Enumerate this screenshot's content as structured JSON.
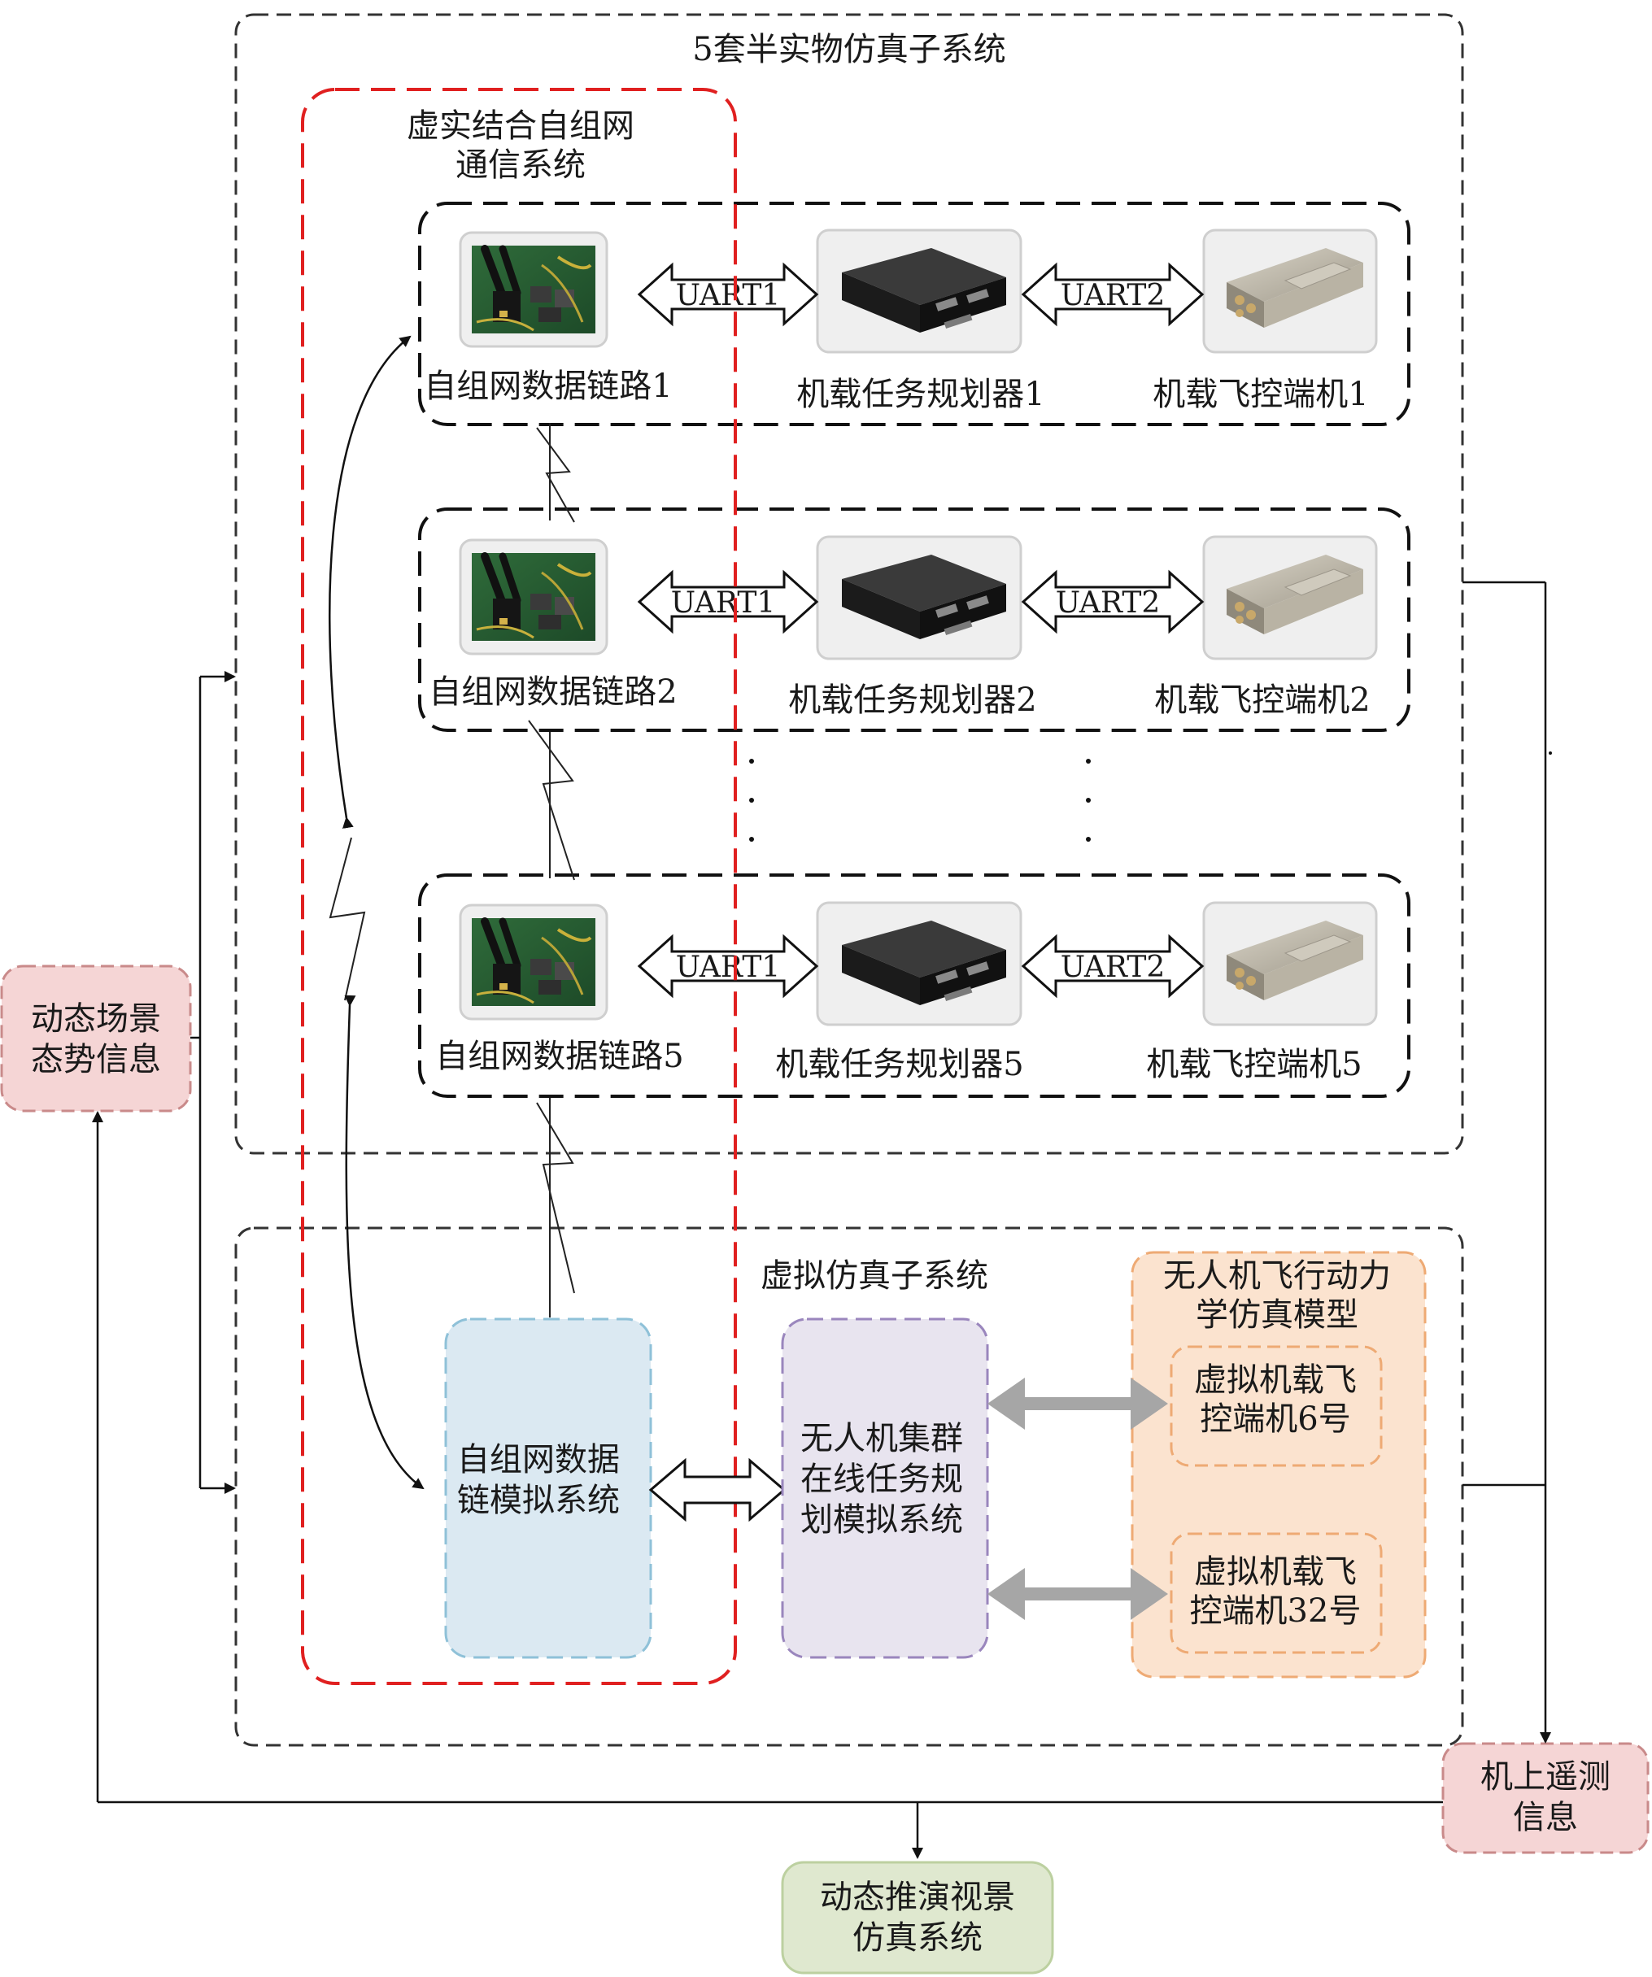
{
  "top_system": {
    "title": "5套半实物仿真子系统"
  },
  "hybrid_network": {
    "title_line1": "虚实结合自组网",
    "title_line2": "通信系统"
  },
  "rows": [
    {
      "link_label": "自组网数据链路1",
      "planner_label": "机载任务规划器1",
      "fc_label": "机载飞控端机1",
      "uart1": "UART1",
      "uart2": "UART2"
    },
    {
      "link_label": "自组网数据链路2",
      "planner_label": "机载任务规划器2",
      "fc_label": "机载飞控端机2",
      "uart1": "UART1",
      "uart2": "UART2"
    },
    {
      "link_label": "自组网数据链路5",
      "planner_label": "机载任务规划器5",
      "fc_label": "机载飞控端机5",
      "uart1": "UART1",
      "uart2": "UART2"
    }
  ],
  "virtual_system": {
    "title": "虚拟仿真子系统",
    "adhoc_sim": {
      "line1": "自组网数据",
      "line2": "链模拟系统"
    },
    "swarm_planning": {
      "line1": "无人机集群",
      "line2": "在线任务规",
      "line3": "划模拟系统"
    },
    "dynamics": {
      "title_line1": "无人机飞行动力",
      "title_line2": "学仿真模型",
      "vfc6_line1": "虚拟机载飞",
      "vfc6_line2": "控端机6号",
      "vfc32_line1": "虚拟机载飞",
      "vfc32_line2": "控端机32号"
    }
  },
  "scene_info": {
    "line1": "动态场景",
    "line2": "态势信息"
  },
  "telemetry": {
    "line1": "机上遥测",
    "line2": "信息"
  },
  "visual_sim": {
    "line1": "动态推演视景",
    "line2": "仿真系统"
  },
  "colors": {
    "red_dash": "#e02020",
    "pink_fill": "#f5d5d5",
    "pink_stroke": "#c98a8a",
    "blue_fill": "#dbe9f2",
    "blue_stroke": "#8fc1d8",
    "lavender_fill": "#e8e4ef",
    "lavender_stroke": "#9a86bd",
    "peach_fill": "#fbe3cf",
    "peach_stroke": "#eeaa74",
    "green_fill": "#dfe8cf",
    "green_stroke": "#bcd0a0",
    "grey_arrow": "#a6a6a6"
  },
  "icons": [
    "radio-module-photo",
    "mission-planner-photo",
    "flight-controller-photo"
  ]
}
